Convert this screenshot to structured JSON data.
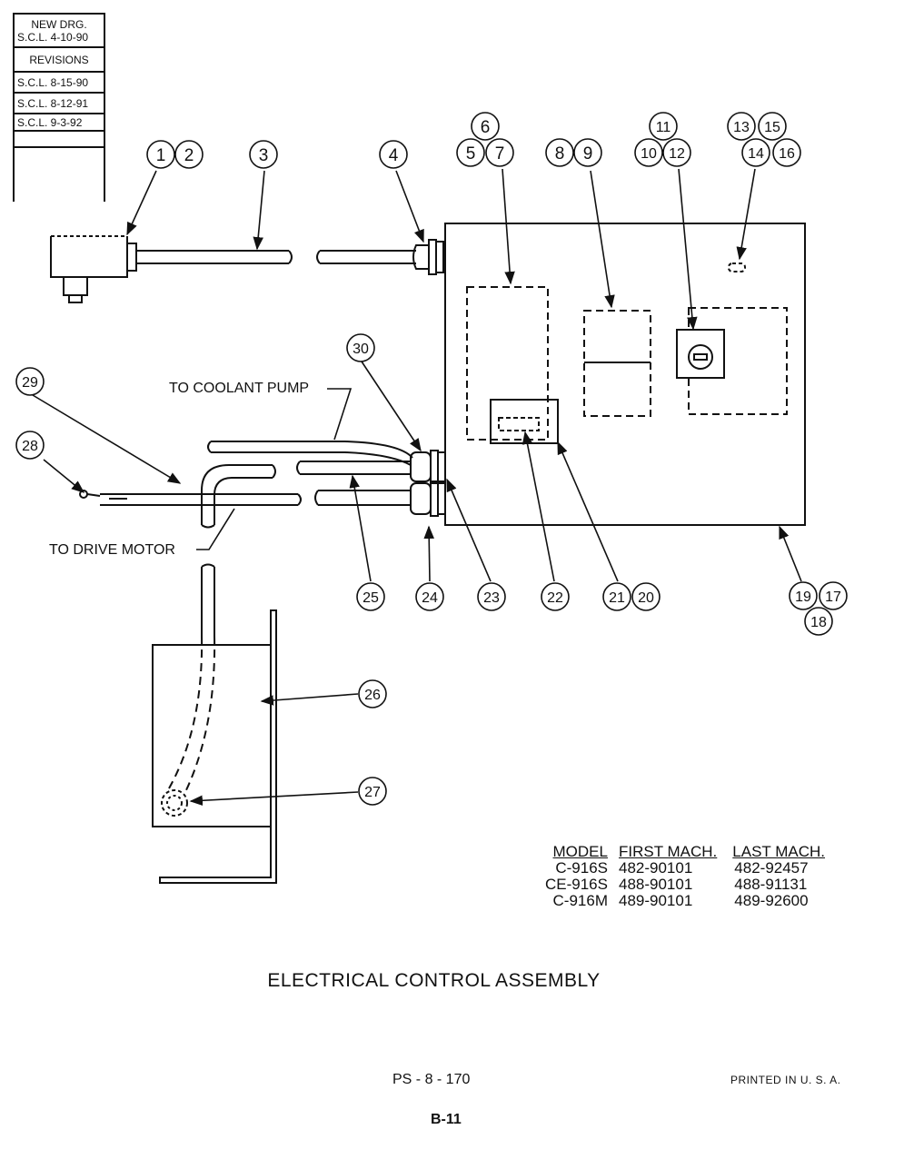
{
  "revision_block": {
    "new_drg_label": "NEW DRG.",
    "new_drg_date": "S.C.L. 4-10-90",
    "revisions_label": "REVISIONS",
    "revisions": [
      "S.C.L. 8-15-90",
      "S.C.L. 8-12-91",
      "S.C.L. 9-3-92"
    ]
  },
  "callouts": [
    "1",
    "2",
    "3",
    "4",
    "5",
    "6",
    "7",
    "8",
    "9",
    "10",
    "11",
    "12",
    "13",
    "14",
    "15",
    "16",
    "17",
    "18",
    "19",
    "20",
    "21",
    "22",
    "23",
    "24",
    "25",
    "26",
    "27",
    "28",
    "29",
    "30"
  ],
  "labels": {
    "coolant_pump": "TO COOLANT PUMP",
    "drive_motor": "TO DRIVE MOTOR"
  },
  "model_table": {
    "headers": [
      "MODEL",
      "FIRST MACH.",
      "LAST MACH."
    ],
    "rows": [
      [
        "C-916S",
        "482-90101",
        "482-92457"
      ],
      [
        "CE-916S",
        "488-90101",
        "488-91131"
      ],
      [
        "C-916M",
        "489-90101",
        "489-92600"
      ]
    ]
  },
  "title": "ELECTRICAL CONTROL ASSEMBLY",
  "page_code": "PS - 8 - 170",
  "printed_in": "PRINTED IN U. S. A.",
  "page_number": "B-11"
}
